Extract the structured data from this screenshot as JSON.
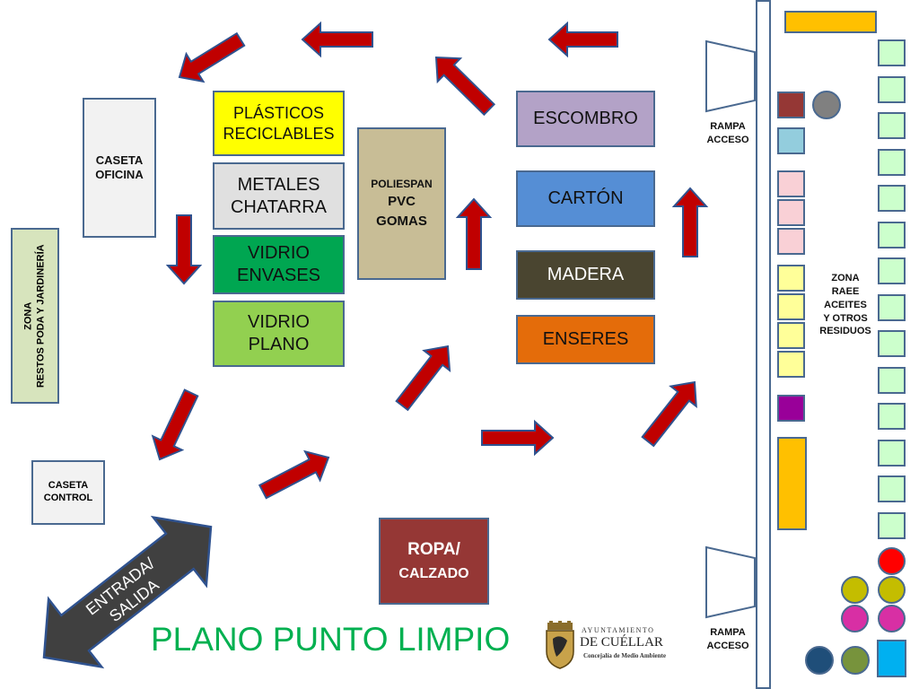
{
  "title": "PLANO PUNTO LIMPIO",
  "zones": {
    "caseta_oficina": [
      "CASETA",
      "OFICINA"
    ],
    "zona_poda": [
      "ZONA",
      "RESTOS PODA Y JARDINERÍA"
    ],
    "caseta_control": [
      "CASETA",
      "CONTROL"
    ],
    "plasticos": [
      "PLÁSTICOS",
      "RECICLABLES"
    ],
    "metales": [
      "METALES",
      "CHATARRA"
    ],
    "vidrio_envases": [
      "VIDRIO",
      "ENVASES"
    ],
    "vidrio_plano": [
      "VIDRIO",
      "PLANO"
    ],
    "poliespan": [
      "POLIESPAN",
      "PVC",
      "GOMAS"
    ],
    "escombro": "ESCOMBRO",
    "carton": "CARTÓN",
    "madera": "MADERA",
    "enseres": "ENSERES",
    "ropa": [
      "ROPA/",
      "CALZADO"
    ],
    "rampa_top": [
      "RAMPA",
      "ACCESO"
    ],
    "rampa_bottom": [
      "RAMPA",
      "ACCESO"
    ],
    "zona_raee": [
      "ZONA",
      "RAEE",
      "ACEITES",
      "Y OTROS",
      "RESIDUOS"
    ],
    "entrada": [
      "ENTRADA/",
      "SALIDA"
    ]
  },
  "logo": {
    "line1": "AYUNTAMIENTO",
    "line2": "DE CUÉLLAR",
    "line3": "Concejalía de Medio Ambiente"
  },
  "colors": {
    "plasticos": "#ffff00",
    "metales": "#e0e0e0",
    "vidrio_envases": "#00a651",
    "vidrio_plano": "#92d050",
    "poliespan": "#c8bd96",
    "escombro": "#b3a2c7",
    "carton": "#558ed5",
    "madera": "#4a4530",
    "enseres": "#e46c0a",
    "ropa": "#953735",
    "zona_poda": "#d7e4bd",
    "arrow": "#c00000",
    "title": "#00b050",
    "raee_bins": "#ccffcc"
  }
}
